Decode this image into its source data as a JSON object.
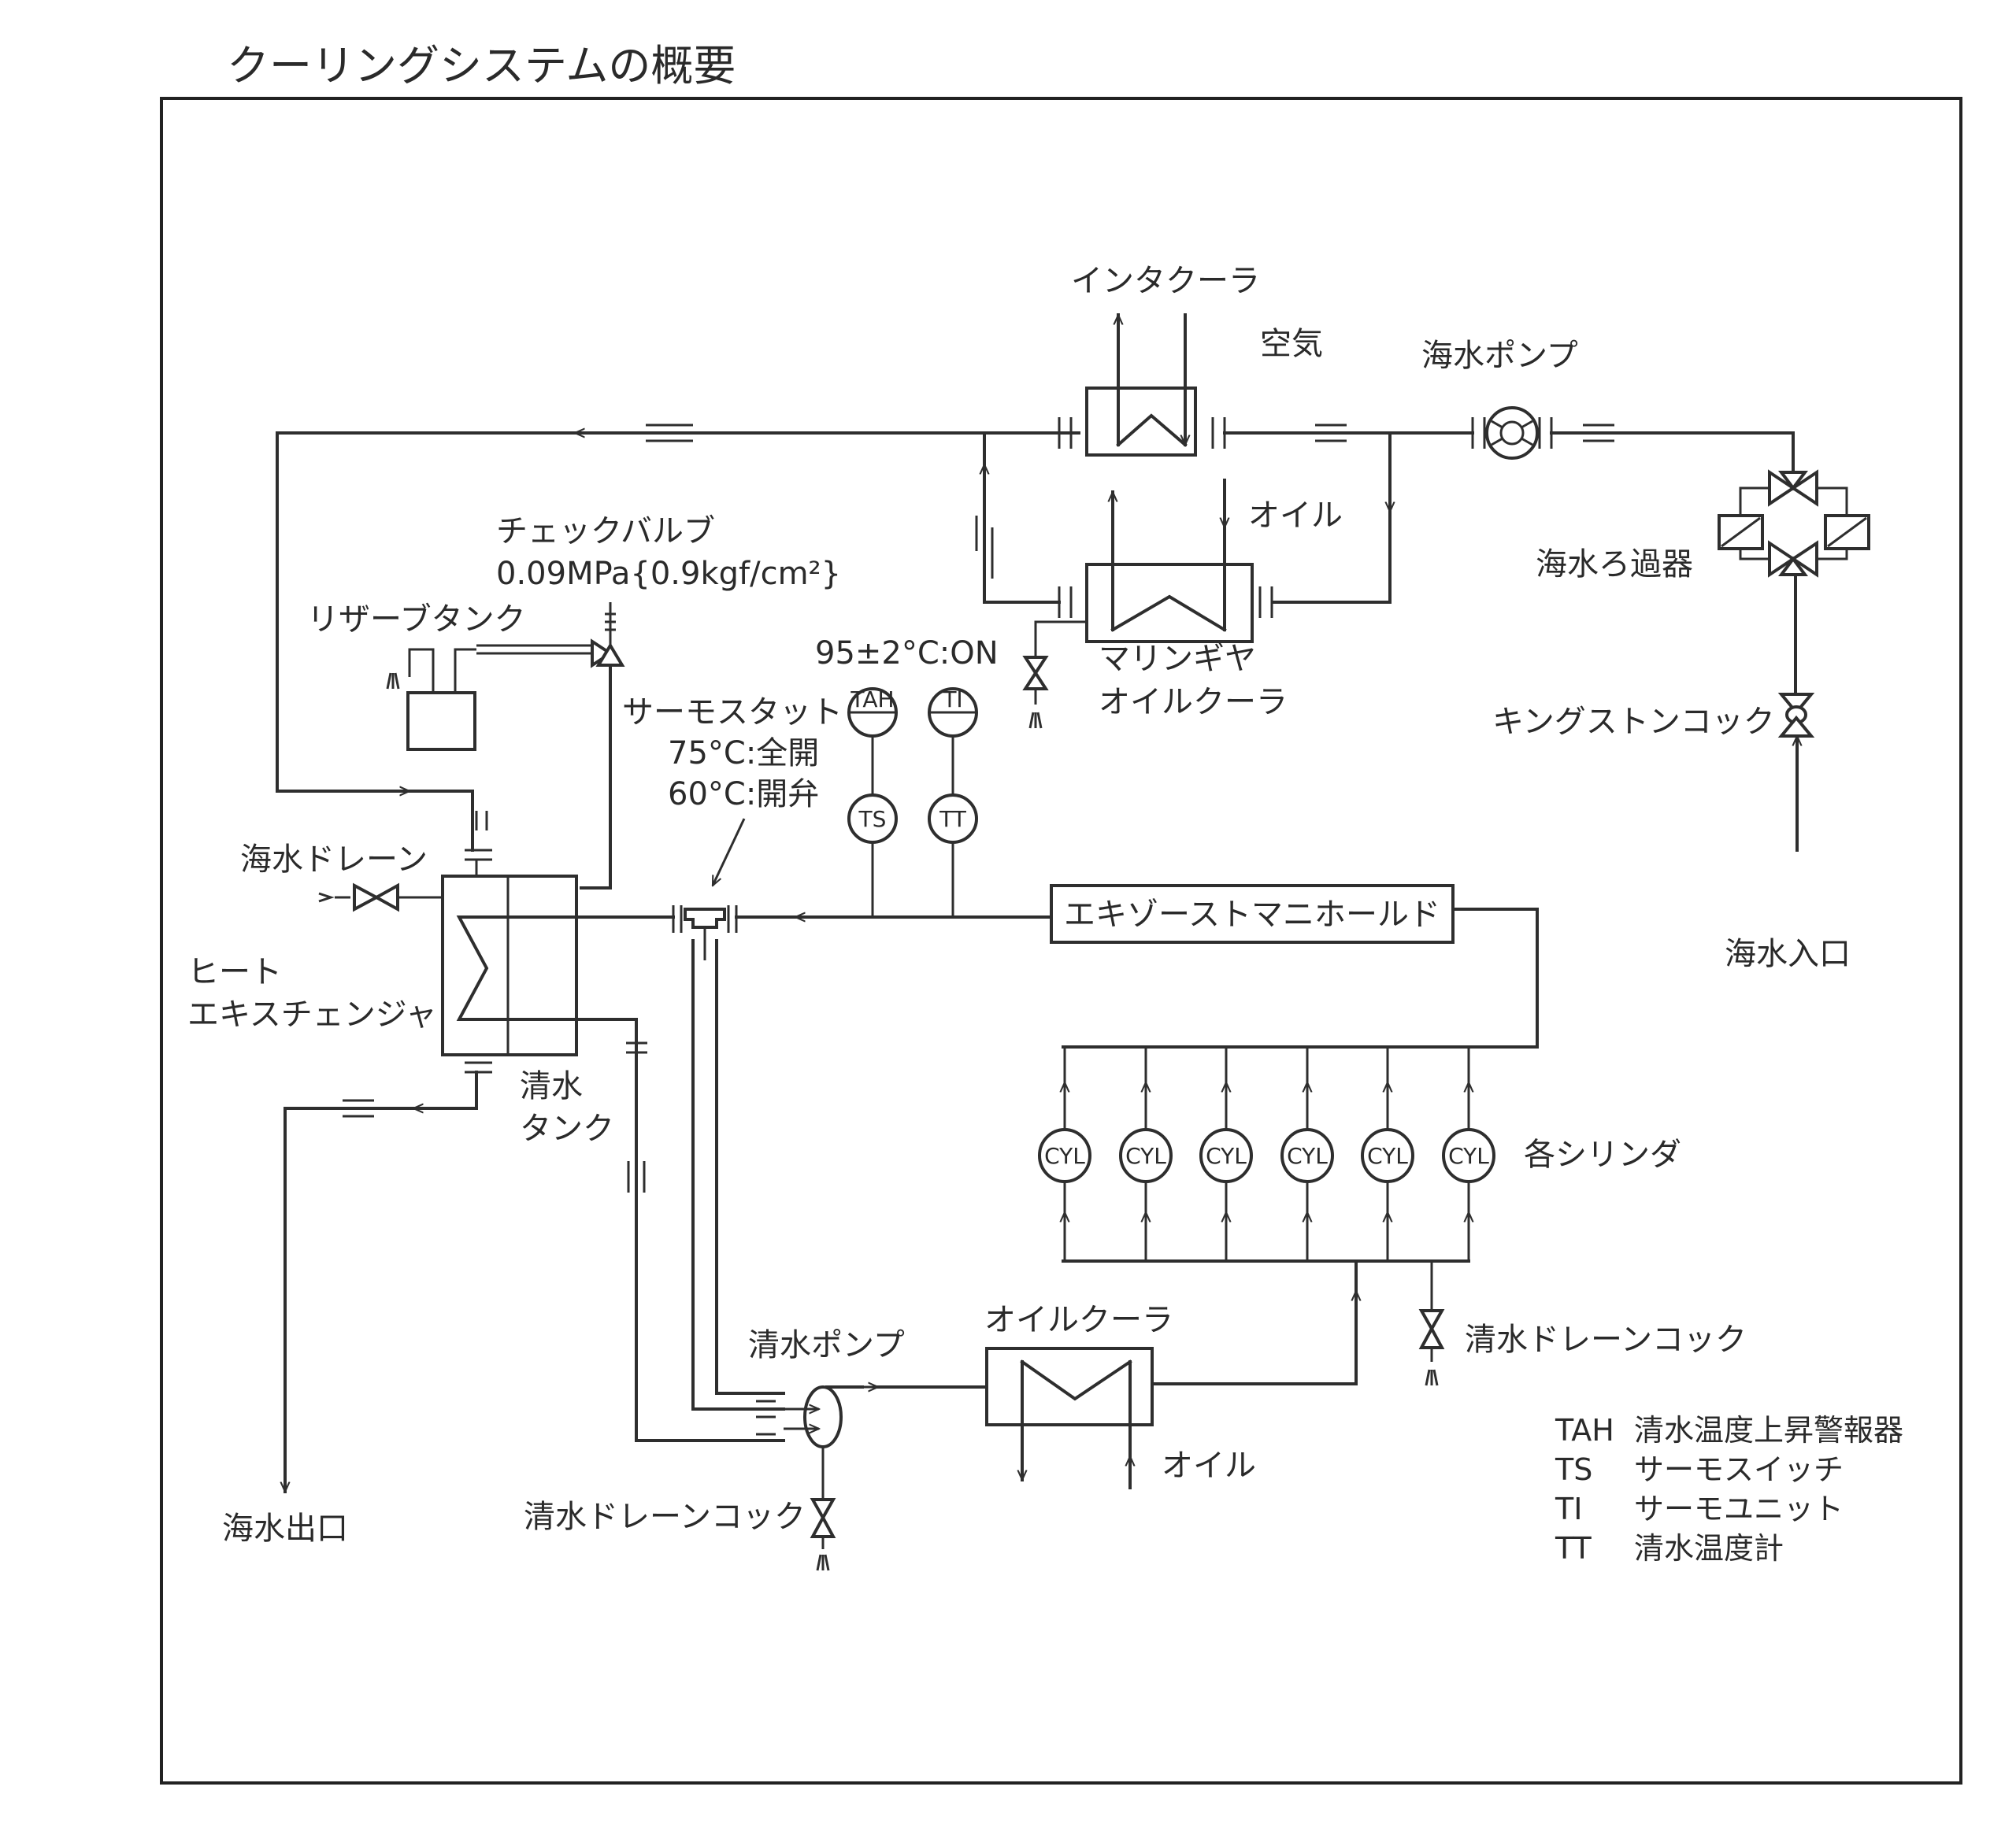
{
  "title": "クーリングシステムの概要",
  "labels": {
    "intercooler": "インタクーラ",
    "air": "空気",
    "sea_water_pump": "海水ポンプ",
    "oil_top": "オイル",
    "sea_water_strainer": "海水ろ過器",
    "check_valve": "チェックバルブ",
    "check_valve_pressure": "0.09MPa{0.9kgf/cm²}",
    "reserve_tank": "リザーブタンク",
    "alarm_setpoint": "95±2°C:ON",
    "marine_gear_1": "マリンギヤ",
    "marine_gear_2": "オイルクーラ",
    "kingston_cock": "キングストンコック",
    "thermostat": "サーモスタット",
    "thermostat_full_open": "75°C:全開",
    "thermostat_open": "60°C:開弁",
    "sea_water_drain": "海水ドレーン",
    "heat_exchanger_1": "ヒート",
    "heat_exchanger_2": "エキスチェンジャ",
    "fresh_water_tank_1": "清水",
    "fresh_water_tank_2": "タンク",
    "exhaust_manifold": "エキゾーストマニホールド",
    "sea_water_inlet": "海水入口",
    "cylinders": "各シリンダ",
    "fresh_water_pump": "清水ポンプ",
    "oil_cooler": "オイルクーラ",
    "fresh_water_drain_cock_right": "清水ドレーンコック",
    "fresh_water_drain_cock_left": "清水ドレーンコック",
    "oil_bottom": "オイル",
    "sea_water_outlet": "海水出口"
  },
  "instruments": {
    "tah": "TAH",
    "ti": "TI",
    "ts": "TS",
    "tt": "TT",
    "cyl": [
      "CYL",
      "CYL",
      "CYL",
      "CYL",
      "CYL",
      "CYL"
    ]
  },
  "legend": [
    {
      "code": "TAH",
      "desc": "清水温度上昇警報器"
    },
    {
      "code": "TS",
      "desc": "サーモスイッチ"
    },
    {
      "code": "TI",
      "desc": "サーモユニット"
    },
    {
      "code": "TT",
      "desc": "清水温度計"
    }
  ]
}
